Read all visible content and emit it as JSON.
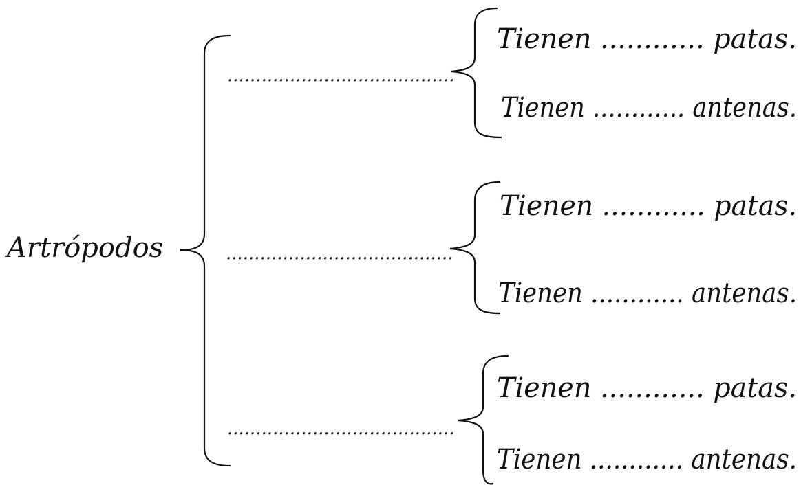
{
  "root": {
    "label": "Artrópodos"
  },
  "groups": [
    {
      "blank": "........................................",
      "lines": [
        {
          "text": "Tienen ............ patas."
        },
        {
          "text": "Tienen ............ antenas."
        }
      ]
    },
    {
      "blank": "........................................",
      "lines": [
        {
          "text": "Tienen ............ patas."
        },
        {
          "text": "Tienen ............ antenas."
        }
      ]
    },
    {
      "blank": "........................................",
      "lines": [
        {
          "text": "Tienen ............ patas."
        },
        {
          "text": "Tienen ............ antenas."
        }
      ]
    }
  ],
  "colors": {
    "ink": "#111111",
    "background": "#ffffff"
  }
}
